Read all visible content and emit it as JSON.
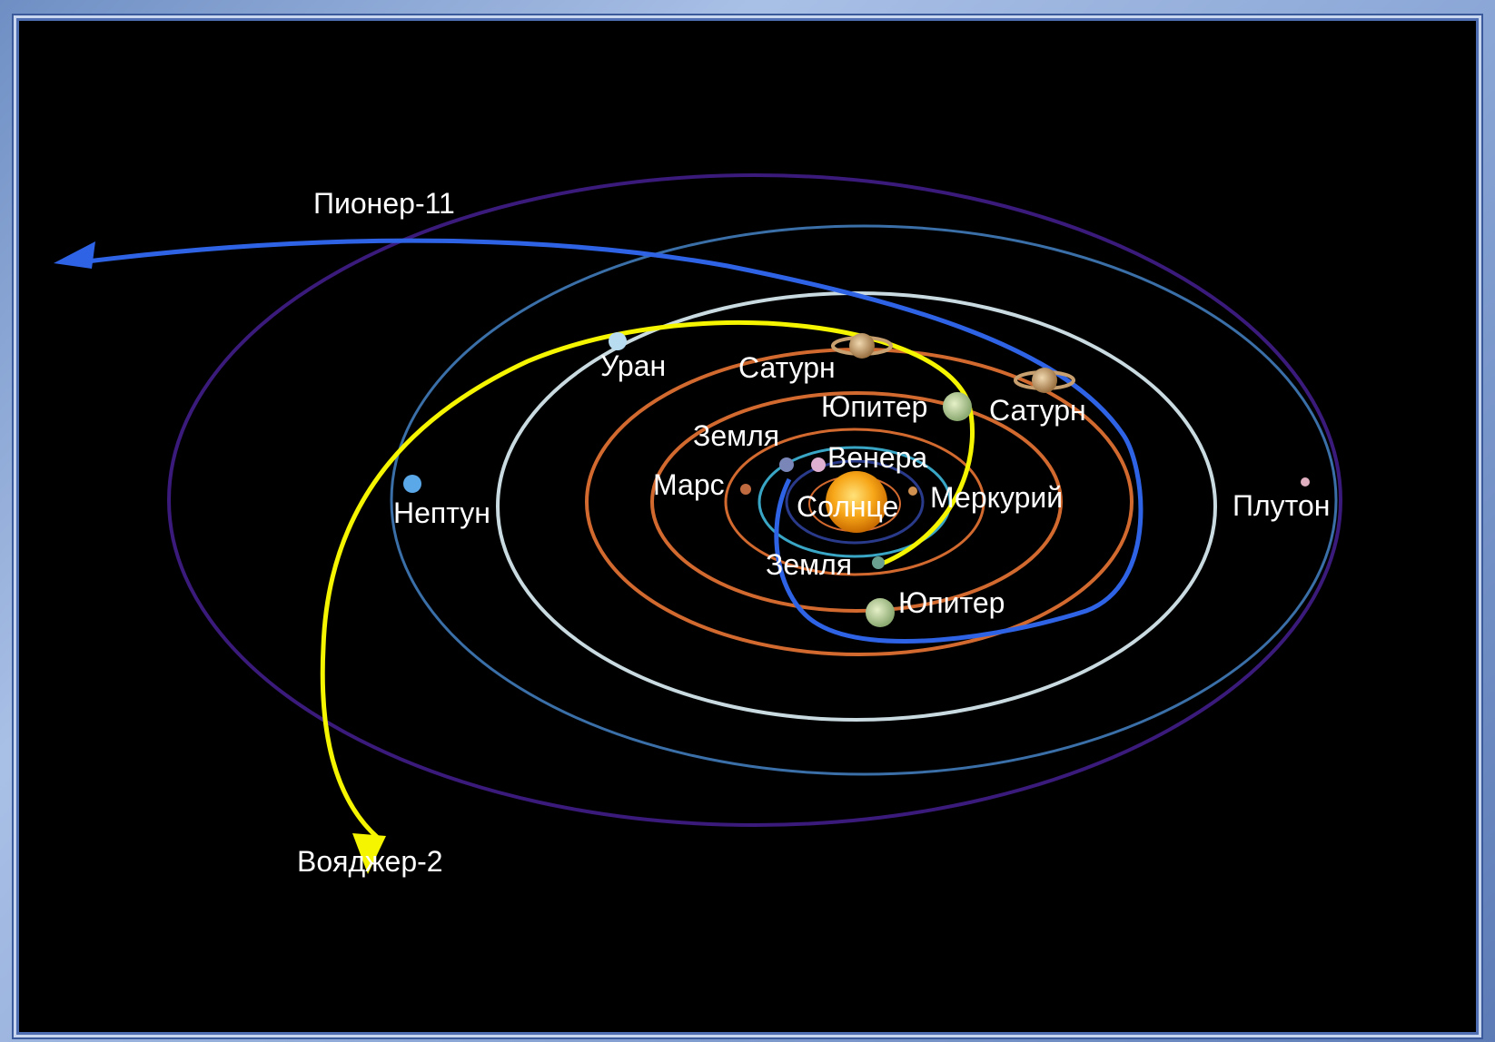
{
  "diagram": {
    "probes": [
      {
        "id": "pioneer",
        "label": "Пионер-11",
        "color": "#2f63e6"
      },
      {
        "id": "voyager",
        "label": "Вояджер-2",
        "color": "#f5f500"
      }
    ],
    "bodies": [
      {
        "id": "sun",
        "label": "Солнце",
        "color": "#f7a618"
      },
      {
        "id": "mercury",
        "label": "Меркурий",
        "color": "#d09050"
      },
      {
        "id": "venus",
        "label": "Венера",
        "color": "#e0b0d0"
      },
      {
        "id": "earth_top",
        "label": "Земля",
        "color": "#7a86b8"
      },
      {
        "id": "earth_bottom",
        "label": "Земля",
        "color": "#6aa090"
      },
      {
        "id": "mars",
        "label": "Марс",
        "color": "#c06a40"
      },
      {
        "id": "jupiter_top",
        "label": "Юпитер",
        "color": "#a8c08a"
      },
      {
        "id": "jupiter_bottom",
        "label": "Юпитер",
        "color": "#b0c890"
      },
      {
        "id": "saturn_left",
        "label": "Сатурн",
        "color": "#c8a070"
      },
      {
        "id": "saturn_right",
        "label": "Сатурн",
        "color": "#c8a070"
      },
      {
        "id": "uranus",
        "label": "Уран",
        "color": "#b8dcf0"
      },
      {
        "id": "neptune",
        "label": "Нептун",
        "color": "#5aa8e8"
      },
      {
        "id": "pluto",
        "label": "Плутон",
        "color": "#e0b0c0"
      }
    ]
  }
}
